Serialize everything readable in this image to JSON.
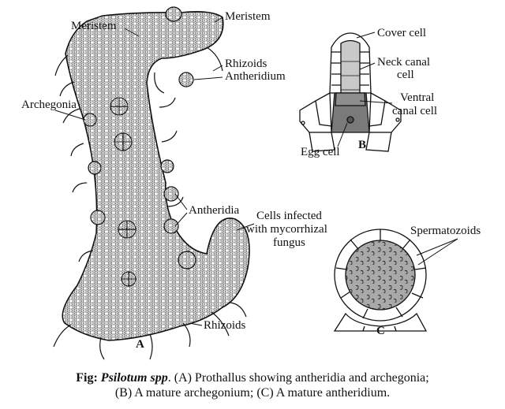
{
  "labels": {
    "meristem_left": "Meristem",
    "meristem_right": "Meristem",
    "rhizoids_top": "Rhizoids",
    "antheridium": "Antheridium",
    "archegonia": "Archegonia",
    "antheridia": "Antheridia",
    "cells_infected_1": "Cells infected",
    "cells_infected_2": "with mycorrhizal",
    "cells_infected_3": "fungus",
    "rhizoids_bottom": "Rhizoids",
    "panel_a": "A",
    "cover_cell": "Cover cell",
    "neck_canal_1": "Neck canal",
    "neck_canal_2": "cell",
    "ventral_1": "Ventral",
    "ventral_2": "canal cell",
    "egg_cell": "Egg cell",
    "panel_b": "B",
    "spermatozoids": "Spermatozoids",
    "panel_c": "C"
  },
  "caption": {
    "fig": "Fig:",
    "species": "Psilotum spp",
    "line1_rest": ". (A) Prothallus showing antheridia and archegonia;",
    "line2": "(B) A mature archegonium; (C) A mature antheridium."
  },
  "colors": {
    "ink": "#111111",
    "egg_cell_fill": "#7a7a7a",
    "ventral_fill": "#8e8e8e",
    "antheridium_fill": "#a9a9a9"
  }
}
